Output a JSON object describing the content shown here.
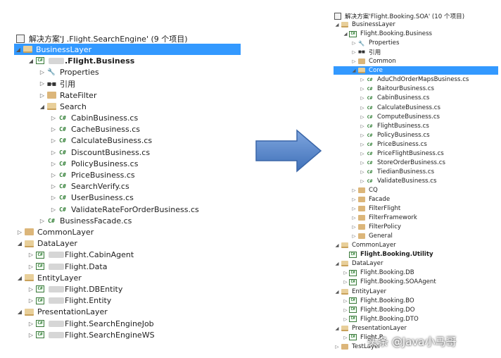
{
  "left": {
    "solution": "解决方案'J   .Flight.SearchEngine' (9 个项目)",
    "rows": [
      {
        "depth": 0,
        "arrow": "◢",
        "icon": "folder-open",
        "text": "BusinessLayer",
        "sel": true
      },
      {
        "depth": 1,
        "arrow": "◢",
        "icon": "proj",
        "text": ".Flight.Business",
        "bold": true,
        "blur": true
      },
      {
        "depth": 2,
        "arrow": "▷",
        "icon": "wrench",
        "text": "Properties"
      },
      {
        "depth": 2,
        "arrow": "▷",
        "icon": "ref",
        "text": "引用"
      },
      {
        "depth": 2,
        "arrow": "▷",
        "icon": "folder",
        "text": "RateFilter"
      },
      {
        "depth": 2,
        "arrow": "◢",
        "icon": "folder-open",
        "text": "Search"
      },
      {
        "depth": 3,
        "arrow": "▷",
        "icon": "cs",
        "text": "CabinBusiness.cs"
      },
      {
        "depth": 3,
        "arrow": "▷",
        "icon": "cs",
        "text": "CacheBusiness.cs"
      },
      {
        "depth": 3,
        "arrow": "▷",
        "icon": "cs",
        "text": "CalculateBusiness.cs"
      },
      {
        "depth": 3,
        "arrow": "▷",
        "icon": "cs",
        "text": "DiscountBusiness.cs"
      },
      {
        "depth": 3,
        "arrow": "▷",
        "icon": "cs",
        "text": "PolicyBusiness.cs"
      },
      {
        "depth": 3,
        "arrow": "▷",
        "icon": "cs",
        "text": "PriceBusiness.cs"
      },
      {
        "depth": 3,
        "arrow": "▷",
        "icon": "cs",
        "text": "SearchVerify.cs"
      },
      {
        "depth": 3,
        "arrow": "▷",
        "icon": "cs",
        "text": "UserBusiness.cs"
      },
      {
        "depth": 3,
        "arrow": "▷",
        "icon": "cs",
        "text": "ValidateRateForOrderBusiness.cs"
      },
      {
        "depth": 2,
        "arrow": "▷",
        "icon": "cs",
        "text": "BusinessFacade.cs"
      },
      {
        "depth": 0,
        "arrow": "▷",
        "icon": "folder",
        "text": "CommonLayer"
      },
      {
        "depth": 0,
        "arrow": "◢",
        "icon": "folder-open",
        "text": "DataLayer"
      },
      {
        "depth": 1,
        "arrow": "▷",
        "icon": "proj",
        "text": "Flight.CabinAgent",
        "blur": true
      },
      {
        "depth": 1,
        "arrow": "▷",
        "icon": "proj",
        "text": "Flight.Data",
        "blur": true
      },
      {
        "depth": 0,
        "arrow": "◢",
        "icon": "folder-open",
        "text": "EntityLayer"
      },
      {
        "depth": 1,
        "arrow": "▷",
        "icon": "proj",
        "text": "Flight.DBEntity",
        "blur": true
      },
      {
        "depth": 1,
        "arrow": "▷",
        "icon": "proj",
        "text": "Flight.Entity",
        "blur": true
      },
      {
        "depth": 0,
        "arrow": "◢",
        "icon": "folder-open",
        "text": "PresentationLayer"
      },
      {
        "depth": 1,
        "arrow": "▷",
        "icon": "proj",
        "text": "Flight.SearchEngineJob",
        "blur": true
      },
      {
        "depth": 1,
        "arrow": "▷",
        "icon": "proj",
        "text": "Flight.SearchEngineWS",
        "blur": true
      }
    ]
  },
  "right": {
    "solution": "解决方案'Flight.Booking.SOA' (10 个项目)",
    "rows": [
      {
        "depth": 0,
        "arrow": "◢",
        "icon": "folder-open",
        "text": "BusinessLayer"
      },
      {
        "depth": 1,
        "arrow": "◢",
        "icon": "proj",
        "text": "Flight.Booking.Business"
      },
      {
        "depth": 2,
        "arrow": "▷",
        "icon": "wrench",
        "text": "Properties"
      },
      {
        "depth": 2,
        "arrow": "▷",
        "icon": "ref",
        "text": "引用"
      },
      {
        "depth": 2,
        "arrow": "▷",
        "icon": "folder",
        "text": "Common"
      },
      {
        "depth": 2,
        "arrow": "◢",
        "icon": "folder-open",
        "text": "Core",
        "sel": true
      },
      {
        "depth": 3,
        "arrow": "▷",
        "icon": "cs",
        "text": "AduChdOrderMapsBusiness.cs"
      },
      {
        "depth": 3,
        "arrow": "▷",
        "icon": "cs",
        "text": "BaitourBusiness.cs"
      },
      {
        "depth": 3,
        "arrow": "▷",
        "icon": "cs",
        "text": "CabinBusiness.cs"
      },
      {
        "depth": 3,
        "arrow": "▷",
        "icon": "cs",
        "text": "CalculateBusiness.cs"
      },
      {
        "depth": 3,
        "arrow": "▷",
        "icon": "cs",
        "text": "ComputeBusiness.cs"
      },
      {
        "depth": 3,
        "arrow": "▷",
        "icon": "cs",
        "text": "FlightBusiness.cs"
      },
      {
        "depth": 3,
        "arrow": "▷",
        "icon": "cs",
        "text": "PolicyBusiness.cs"
      },
      {
        "depth": 3,
        "arrow": "▷",
        "icon": "cs",
        "text": "PriceBusiness.cs"
      },
      {
        "depth": 3,
        "arrow": "▷",
        "icon": "cs",
        "text": "PriceFlightBusiness.cs"
      },
      {
        "depth": 3,
        "arrow": "▷",
        "icon": "cs",
        "text": "StoreOrderBusiness.cs"
      },
      {
        "depth": 3,
        "arrow": "▷",
        "icon": "cs",
        "text": "TiedianBusiness.cs"
      },
      {
        "depth": 3,
        "arrow": "▷",
        "icon": "cs",
        "text": "ValidateBusiness.cs"
      },
      {
        "depth": 2,
        "arrow": "▷",
        "icon": "folder",
        "text": "CQ"
      },
      {
        "depth": 2,
        "arrow": "▷",
        "icon": "folder",
        "text": "Facade"
      },
      {
        "depth": 2,
        "arrow": "▷",
        "icon": "folder",
        "text": "FilterFlight"
      },
      {
        "depth": 2,
        "arrow": "▷",
        "icon": "folder",
        "text": "FilterFramework"
      },
      {
        "depth": 2,
        "arrow": "▷",
        "icon": "folder",
        "text": "FilterPolicy"
      },
      {
        "depth": 2,
        "arrow": "▷",
        "icon": "folder",
        "text": "General"
      },
      {
        "depth": 0,
        "arrow": "◢",
        "icon": "folder-open",
        "text": "CommonLayer"
      },
      {
        "depth": 1,
        "arrow": "",
        "icon": "proj",
        "text": "Flight.Booking.Utility",
        "bold": true
      },
      {
        "depth": 0,
        "arrow": "◢",
        "icon": "folder-open",
        "text": "DataLayer"
      },
      {
        "depth": 1,
        "arrow": "▷",
        "icon": "proj",
        "text": "Flight.Booking.DB"
      },
      {
        "depth": 1,
        "arrow": "▷",
        "icon": "proj",
        "text": "Flight.Booking.SOAAgent"
      },
      {
        "depth": 0,
        "arrow": "◢",
        "icon": "folder-open",
        "text": "EntityLayer"
      },
      {
        "depth": 1,
        "arrow": "▷",
        "icon": "proj",
        "text": "Flight.Booking.BO"
      },
      {
        "depth": 1,
        "arrow": "▷",
        "icon": "proj",
        "text": "Flight.Booking.DO"
      },
      {
        "depth": 1,
        "arrow": "▷",
        "icon": "proj",
        "text": "Flight.Booking.DTO"
      },
      {
        "depth": 0,
        "arrow": "◢",
        "icon": "folder-open",
        "text": "PresentationLayer"
      },
      {
        "depth": 1,
        "arrow": "▷",
        "icon": "proj",
        "text": "Flight.B"
      },
      {
        "depth": 0,
        "arrow": "▷",
        "icon": "folder",
        "text": "TestLayer"
      }
    ]
  },
  "watermark": "头条 @Java小马哥",
  "colors": {
    "selection": "#3399ff",
    "csharp": "#2e7d32",
    "folder": "#dcb67a",
    "arrow": "#4f81c7"
  }
}
